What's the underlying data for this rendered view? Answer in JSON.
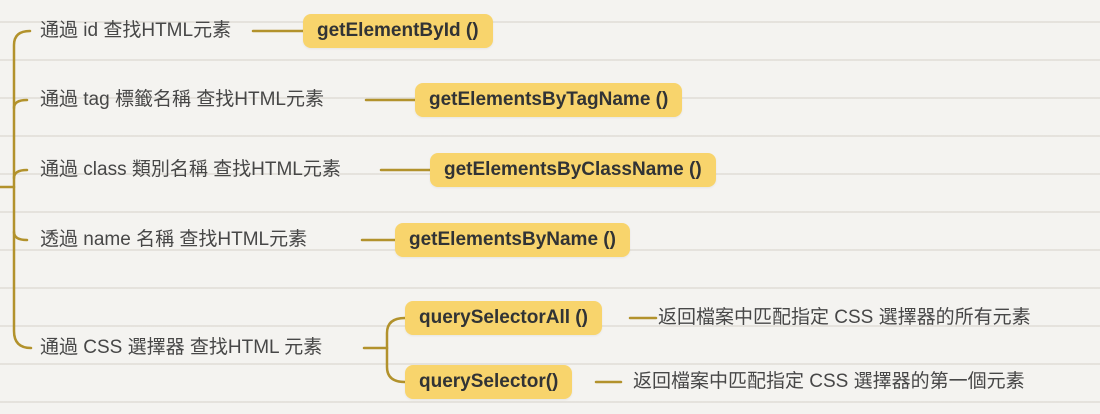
{
  "colors": {
    "background": "#f4f3f0",
    "paper_line": "#e2ded6",
    "node_fill": "#f8d46c",
    "node_text": "#313335",
    "label_text": "#474747",
    "connector": "#b2922c"
  },
  "branches": [
    {
      "label": "通過 id 查找HTML元素",
      "method": "getElementById ()"
    },
    {
      "label": "通過 tag 標籤名稱 查找HTML元素",
      "method": "getElementsByTagName ()"
    },
    {
      "label": "通過 class 類別名稱 查找HTML元素",
      "method": "getElementsByClassName ()"
    },
    {
      "label": "透過 name 名稱 查找HTML元素",
      "method": "getElementsByName ()"
    },
    {
      "label": "通過 CSS 選擇器 查找HTML 元素",
      "children": [
        {
          "method": "querySelectorAll ()",
          "description": "返回檔案中匹配指定 CSS 選擇器的所有元素"
        },
        {
          "method": "querySelector()",
          "description": "返回檔案中匹配指定 CSS 選擇器的第一個元素"
        }
      ]
    }
  ]
}
